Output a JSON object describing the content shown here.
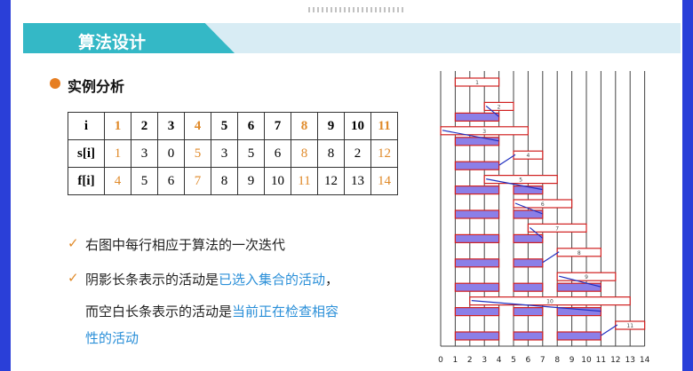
{
  "header": {
    "title": "算法设计"
  },
  "section": {
    "title": "实例分析"
  },
  "table": {
    "rows": [
      {
        "label": "i",
        "values": [
          "1",
          "2",
          "3",
          "4",
          "5",
          "6",
          "7",
          "8",
          "9",
          "10",
          "11"
        ]
      },
      {
        "label": "s[i]",
        "values": [
          "1",
          "3",
          "0",
          "5",
          "3",
          "5",
          "6",
          "8",
          "8",
          "2",
          "12"
        ]
      },
      {
        "label": "f[i]",
        "values": [
          "4",
          "5",
          "6",
          "7",
          "8",
          "9",
          "10",
          "11",
          "12",
          "13",
          "14"
        ]
      }
    ],
    "selected_columns": [
      0,
      3,
      7,
      10
    ]
  },
  "bullets": [
    {
      "text": "右图中每行相应于算法的一次迭代"
    },
    {
      "prefix": "阴影长条表示的活动是",
      "highlight": "已选入集合的活动",
      "suffix": "，"
    },
    {
      "prefix": "而空白长条表示的活动是",
      "highlight": "当前正在检查相容",
      "line2": "性的活动"
    }
  ],
  "chart_data": {
    "type": "gantt",
    "x_ticks": [
      "0",
      "1",
      "2",
      "3",
      "4",
      "5",
      "6",
      "7",
      "8",
      "9",
      "10",
      "11",
      "12",
      "13",
      "14"
    ],
    "xlim": [
      0,
      14
    ],
    "activities": [
      {
        "i": 1,
        "s": 1,
        "f": 4
      },
      {
        "i": 2,
        "s": 3,
        "f": 5
      },
      {
        "i": 3,
        "s": 0,
        "f": 6
      },
      {
        "i": 4,
        "s": 5,
        "f": 7
      },
      {
        "i": 5,
        "s": 3,
        "f": 8
      },
      {
        "i": 6,
        "s": 5,
        "f": 9
      },
      {
        "i": 7,
        "s": 6,
        "f": 10
      },
      {
        "i": 8,
        "s": 8,
        "f": 11
      },
      {
        "i": 9,
        "s": 8,
        "f": 12
      },
      {
        "i": 10,
        "s": 2,
        "f": 13
      },
      {
        "i": 11,
        "s": 12,
        "f": 14
      }
    ],
    "selected": [
      1,
      4,
      8,
      11
    ],
    "colors": {
      "selected_fill": "#8b7fe8",
      "bar_border": "#d02020",
      "arrow": "#2030c0",
      "grid": "#444444"
    }
  }
}
